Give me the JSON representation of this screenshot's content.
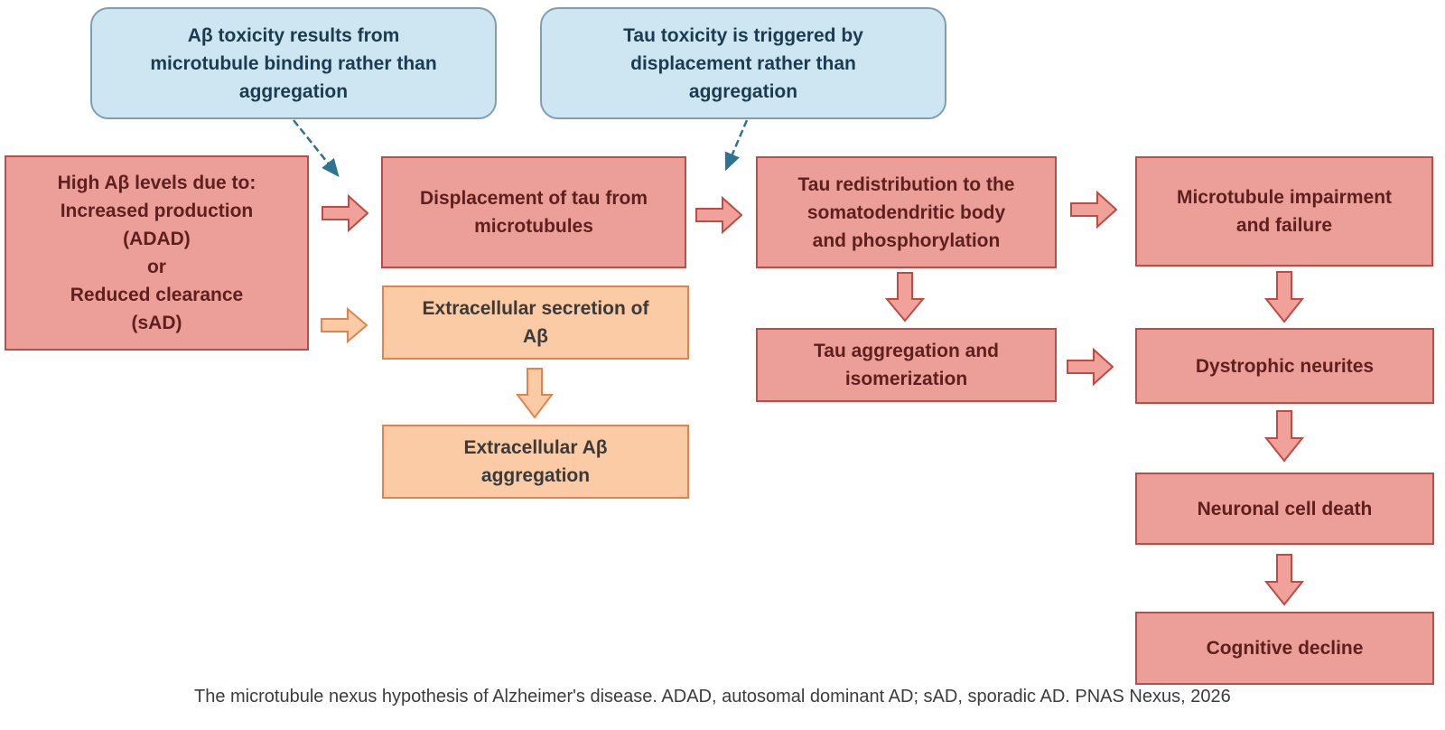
{
  "callouts": {
    "ab_toxicity": {
      "label": "Aβ toxicity results from\nmicrotubule binding rather than\naggregation"
    },
    "tau_toxicity": {
      "label": "Tau toxicity is triggered by\ndisplacement rather than\naggregation"
    }
  },
  "nodes": {
    "high_ab": {
      "label": "High Aβ levels due to:\nIncreased production\n(ADAD)\nor\nReduced clearance\n(sAD)"
    },
    "displacement": {
      "label": "Displacement of tau from\nmicrotubules"
    },
    "secretion": {
      "label": "Extracellular secretion of\nAβ"
    },
    "ab_aggregation": {
      "label": "Extracellular Aβ\naggregation"
    },
    "redistribution": {
      "label": "Tau redistribution to the\nsomatodendritic body\nand phosphorylation"
    },
    "tau_aggregation": {
      "label": "Tau aggregation and\nisomerization"
    },
    "impairment": {
      "label": "Microtubule impairment\nand failure"
    },
    "dystrophic": {
      "label": "Dystrophic neurites"
    },
    "neuronal_death": {
      "label": "Neuronal cell death"
    },
    "cognitive": {
      "label": "Cognitive decline"
    }
  },
  "caption": "The microtubule nexus hypothesis of Alzheimer's disease. ADAD, autosomal dominant AD; sAD, sporadic AD. PNAS Nexus, 2026",
  "icons": {
    "block_arrow_right": "block-arrow-right",
    "block_arrow_down": "block-arrow-down",
    "callout_pointer": "thin-dashed-line-arrow"
  },
  "colors": {
    "pink_fill": "#EC9F98",
    "pink_border": "#BE4B45",
    "pink_text": "#5E1F1E",
    "orange_fill": "#FACBA5",
    "orange_border": "#E2834E",
    "orange_text": "#3A3A3A",
    "blue_fill": "#CDE6F2",
    "blue_border": "#7F9EB1",
    "blue_text": "#1C3B50",
    "connector_blue": "#2E7391",
    "caption_text": "#3C3C3C",
    "background": "#FFFFFF"
  }
}
